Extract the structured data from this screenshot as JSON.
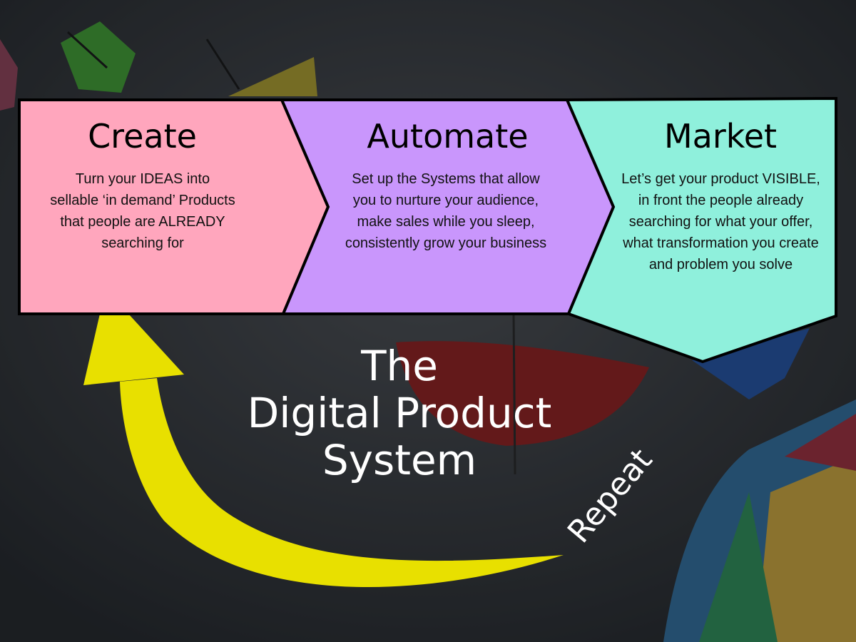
{
  "steps": [
    {
      "title": "Create",
      "description": "Turn your IDEAS into sellable ‘in demand’ Products that people are ALREADY searching for",
      "color": "#ffa6bd"
    },
    {
      "title": "Automate",
      "description": "Set up the Systems that allow you to nurture your audience, make sales while you sleep, consistently grow your business",
      "color": "#c996fc"
    },
    {
      "title": "Market",
      "description": "Let’s get your product VISIBLE, in front the people already searching for what your offer, what transformation you create and problem you solve",
      "color": "#8ff0dc"
    }
  ],
  "main_title": {
    "line1": "The",
    "line2": "Digital Product",
    "line3": "System"
  },
  "repeat_label": "Repeat",
  "arrow_color": "#e8e000"
}
